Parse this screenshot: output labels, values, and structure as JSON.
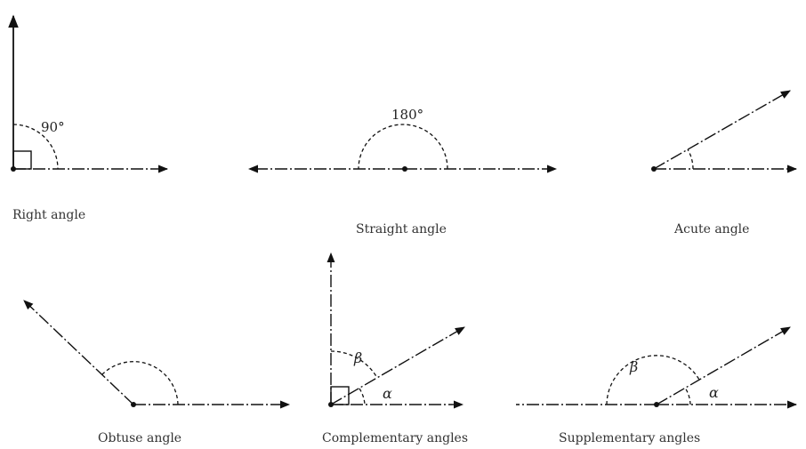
{
  "panels": [
    {
      "id": "right",
      "caption": "Right angle",
      "angle_label": "90°"
    },
    {
      "id": "straight",
      "caption": "Straight angle",
      "angle_label": "180°"
    },
    {
      "id": "acute",
      "caption": "Acute angle"
    },
    {
      "id": "obtuse",
      "caption": "Obtuse angle"
    },
    {
      "id": "complementary",
      "caption": "Complementary angles",
      "angle_label_1": "β",
      "angle_label_2": "α"
    },
    {
      "id": "supplementary",
      "caption": "Supplementary angles",
      "angle_label_1": "β",
      "angle_label_2": "α"
    }
  ]
}
